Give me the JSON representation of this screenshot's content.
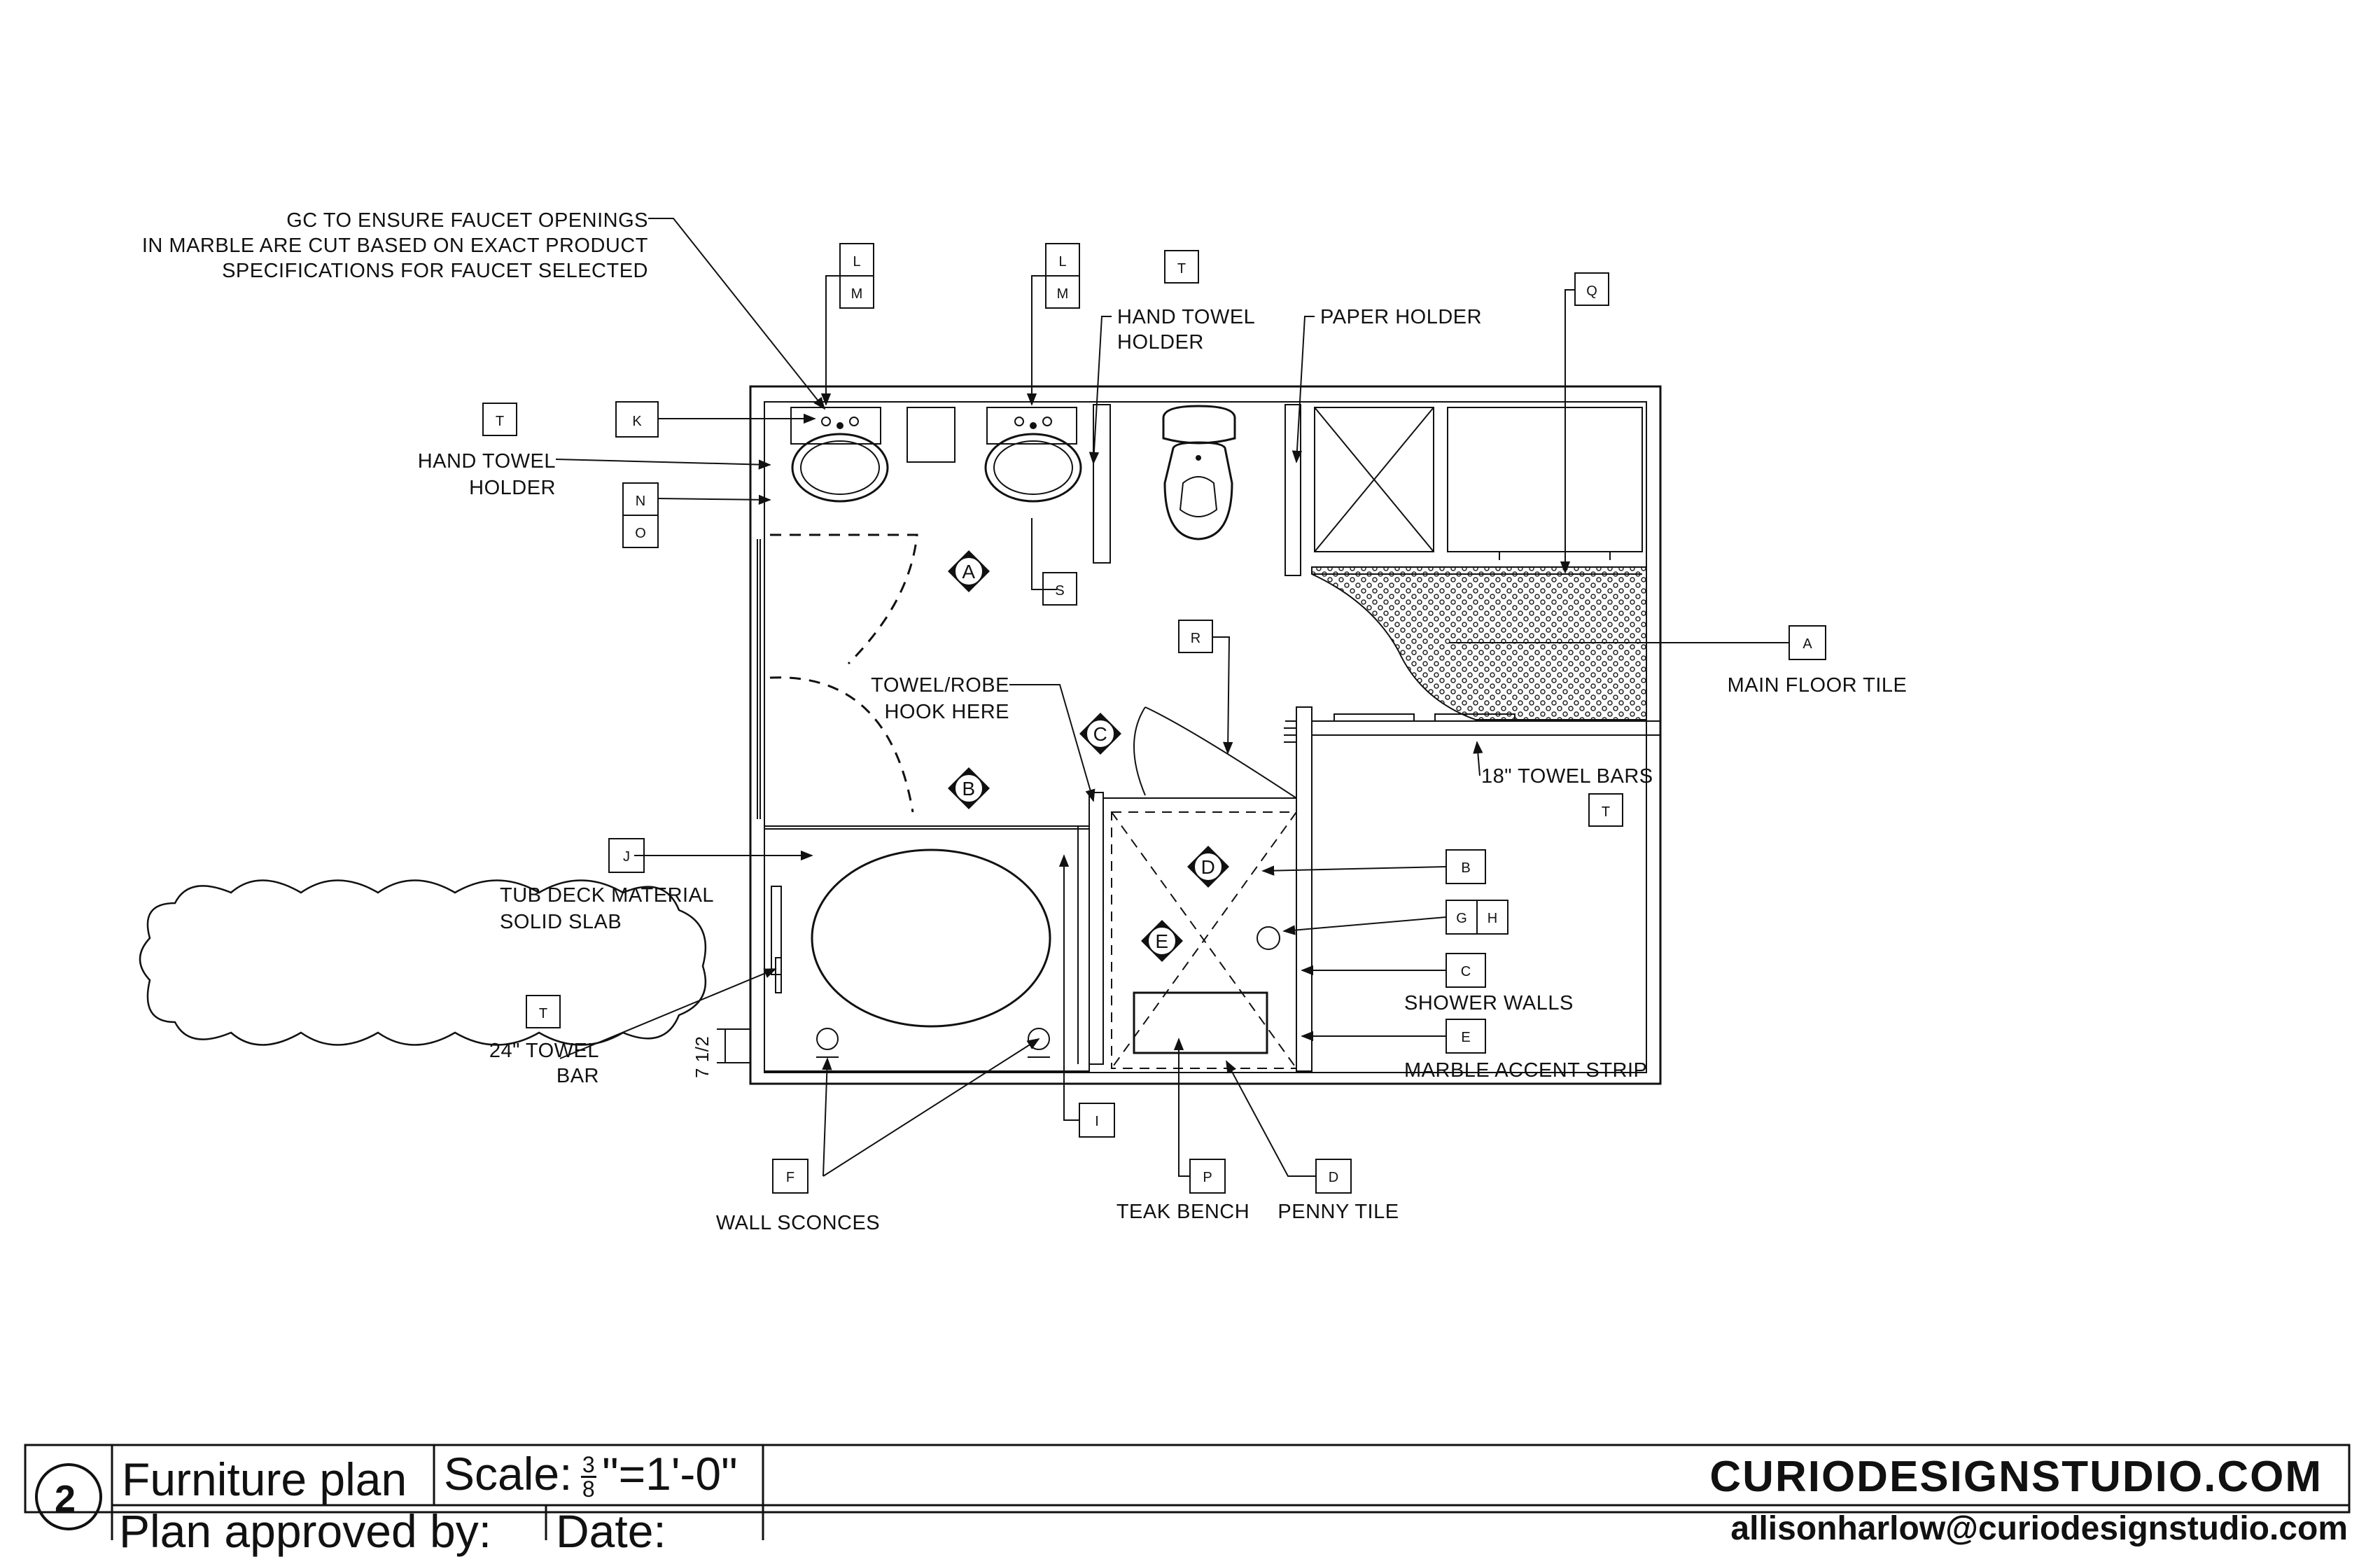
{
  "notes": {
    "gc_faucet": [
      "GC TO ENSURE FAUCET OPENINGS",
      "IN MARBLE ARE CUT BASED ON EXACT PRODUCT",
      "SPECIFICATIONS FOR FAUCET SELECTED"
    ],
    "hand_towel_left": [
      "HAND TOWEL",
      "HOLDER"
    ],
    "hand_towel_top": [
      "HAND TOWEL",
      "HOLDER"
    ],
    "paper_holder": "PAPER HOLDER",
    "towel_robe": [
      "TOWEL/ROBE",
      "HOOK HERE"
    ],
    "main_floor_tile": "MAIN FLOOR TILE",
    "towel_bars_18": "18\" TOWEL BARS",
    "tub_deck": [
      "TUB DECK MATERIAL",
      "SOLID SLAB"
    ],
    "towel_bar_24": [
      "24\" TOWEL",
      "BAR"
    ],
    "shower_walls": "SHOWER WALLS",
    "marble_strip": "MARBLE ACCENT STRIP",
    "wall_sconces": "WALL SCONCES",
    "teak_bench": "TEAK BENCH",
    "penny_tile": "PENNY TILE",
    "dimension": "7 1/2"
  },
  "tags": {
    "L": "L",
    "M": "M",
    "T": "T",
    "Q": "Q",
    "K": "K",
    "N": "N",
    "O": "O",
    "S": "S",
    "R": "R",
    "A": "A",
    "J": "J",
    "B": "B",
    "G": "G",
    "H": "H",
    "C": "C",
    "E": "E",
    "F": "F",
    "I": "I",
    "P": "P",
    "D": "D"
  },
  "zones": {
    "A": "A",
    "B": "B",
    "C": "C",
    "D": "D",
    "E": "E"
  },
  "title_block": {
    "number": "2",
    "title": "Furniture plan",
    "scale_label": "Scale:",
    "scale_num": "3",
    "scale_den": "8",
    "scale_rest": "\"=1'-0\"",
    "approved": "Plan approved by:",
    "date": "Date:",
    "website": "CURIODESIGNSTUDIO.COM",
    "email": "allisonharlow@curiodesignstudio.com"
  }
}
